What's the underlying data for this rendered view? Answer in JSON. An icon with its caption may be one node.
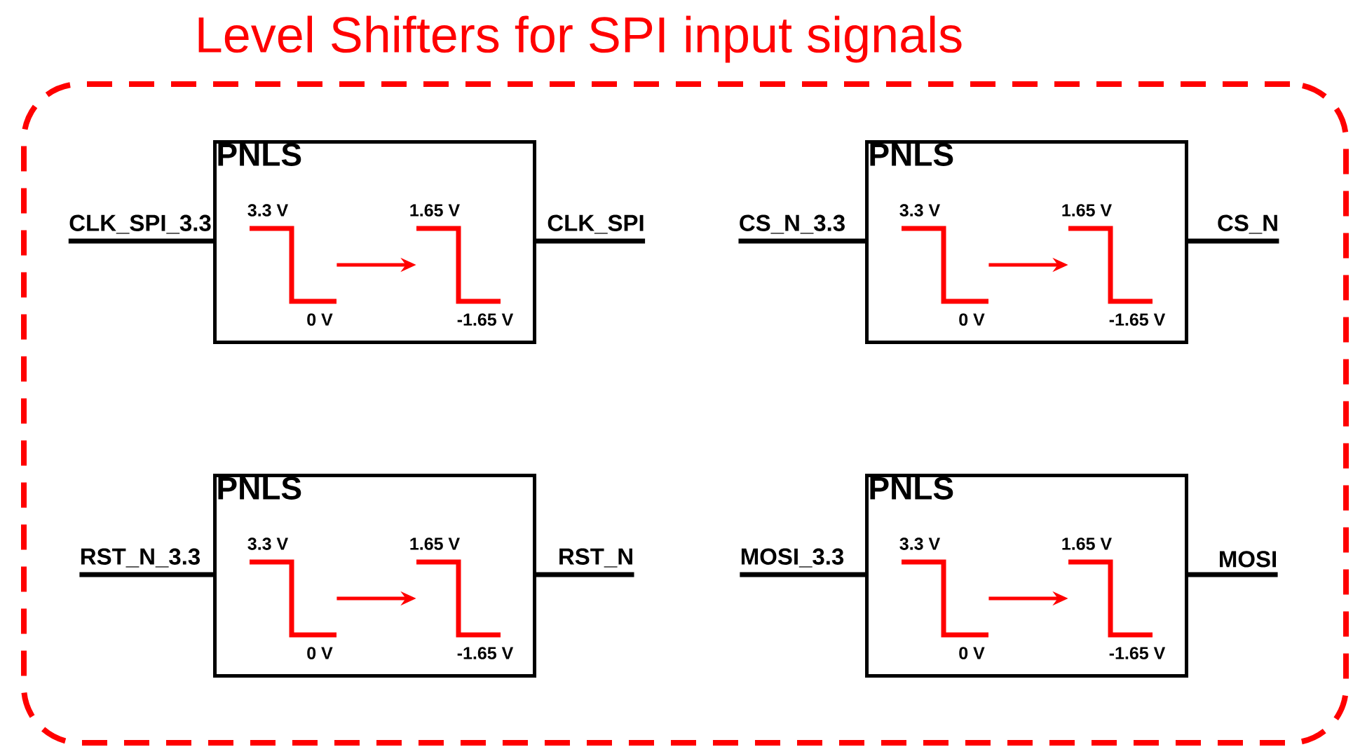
{
  "diagram": {
    "title": "Level Shifters for SPI input signals",
    "nodes": [
      {
        "text": [],
        "shape": "box"
      },
      {
        "text": [
          "CLK_SPI_3.3"
        ],
        "in": 0
      },
      {
        "text": [
          "PNLS"
        ],
        "in": 0
      },
      {
        "text": [
          "3.3 V",
          "0 V"
        ],
        "in": 2
      },
      {
        "text": [
          "1.65 V",
          "-1.65 V"
        ],
        "in": 2
      },
      {
        "text": [
          "CLK_SPI"
        ],
        "in": 0
      },
      {
        "text": [
          "CS_N_3.3"
        ],
        "in": 0
      },
      {
        "text": [
          "PNLS"
        ],
        "in": 0
      },
      {
        "text": [
          "3.3 V",
          "0 V"
        ],
        "in": 7
      },
      {
        "text": [
          "1.65 V",
          "-1.65 V"
        ],
        "in": 7
      },
      {
        "text": [
          "CS_N"
        ],
        "in": 0
      },
      {
        "text": [
          "RST_N_3.3"
        ],
        "in": 0
      },
      {
        "text": [
          "PNLS"
        ],
        "in": 0
      },
      {
        "text": [
          "3.3 V",
          "0 V"
        ],
        "in": 12
      },
      {
        "text": [
          "1.65 V",
          "-1.65 V"
        ],
        "in": 12
      },
      {
        "text": [
          "RST_N"
        ],
        "in": 0
      },
      {
        "text": [
          "MOSI_3.3"
        ],
        "in": 0
      },
      {
        "text": [
          "PNLS"
        ],
        "in": 0
      },
      {
        "text": [
          "3.3 V",
          "0 V"
        ],
        "in": 17
      },
      {
        "text": [
          "1.65 V",
          "-1.65 V"
        ],
        "in": 17
      },
      {
        "text": [
          "MOSI"
        ],
        "in": 0
      }
    ],
    "edges": [
      {
        "from": 1,
        "to": 2,
        "arrow": "none"
      },
      {
        "from": 3,
        "to": 4,
        "arrow": "to",
        "color": "#ff0000"
      },
      {
        "from": 2,
        "to": 5,
        "arrow": "none"
      },
      {
        "from": 6,
        "to": 7,
        "arrow": "none"
      },
      {
        "from": 8,
        "to": 9,
        "arrow": "to",
        "color": "#ff0000"
      },
      {
        "from": 7,
        "to": 10,
        "arrow": "none"
      },
      {
        "from": 11,
        "to": 12,
        "arrow": "none"
      },
      {
        "from": 13,
        "to": 14,
        "arrow": "to",
        "color": "#ff0000"
      },
      {
        "from": 12,
        "to": 15,
        "arrow": "none"
      },
      {
        "from": 16,
        "to": 17,
        "arrow": "none"
      },
      {
        "from": 18,
        "to": 19,
        "arrow": "to",
        "color": "#ff0000"
      },
      {
        "from": 17,
        "to": 20,
        "arrow": "none"
      }
    ]
  }
}
